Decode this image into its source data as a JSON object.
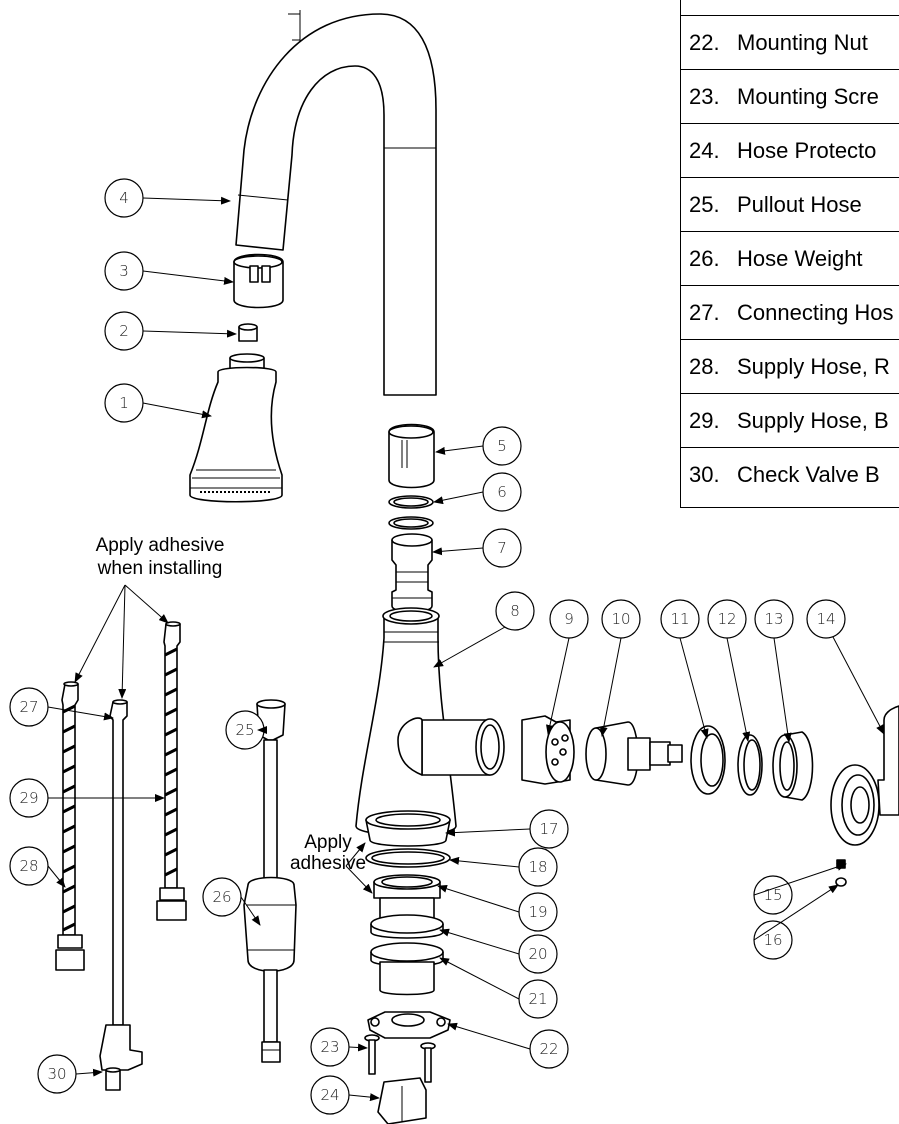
{
  "notes": {
    "adhesive_install_line1": "Apply adhesive",
    "adhesive_install_line2": "when installing",
    "adhesive_short_line1": "Apply",
    "adhesive_short_line2": "adhesive"
  },
  "callouts": [
    "1",
    "2",
    "3",
    "4",
    "5",
    "6",
    "7",
    "8",
    "9",
    "10",
    "11",
    "12",
    "13",
    "14",
    "15",
    "16",
    "17",
    "18",
    "19",
    "20",
    "21",
    "22",
    "23",
    "24",
    "25",
    "26",
    "27",
    "28",
    "29",
    "30"
  ],
  "parts_table": [
    {
      "num": "22.",
      "name": "Mounting Nut"
    },
    {
      "num": "23.",
      "name": "Mounting Scre"
    },
    {
      "num": "24.",
      "name": "Hose Protecto"
    },
    {
      "num": "25.",
      "name": "Pullout Hose"
    },
    {
      "num": "26.",
      "name": "Hose Weight"
    },
    {
      "num": "27.",
      "name": "Connecting Hos"
    },
    {
      "num": "28.",
      "name": "Supply Hose, R"
    },
    {
      "num": "29.",
      "name": "Supply Hose, B"
    },
    {
      "num": "30.",
      "name": "Check Valve B"
    }
  ]
}
